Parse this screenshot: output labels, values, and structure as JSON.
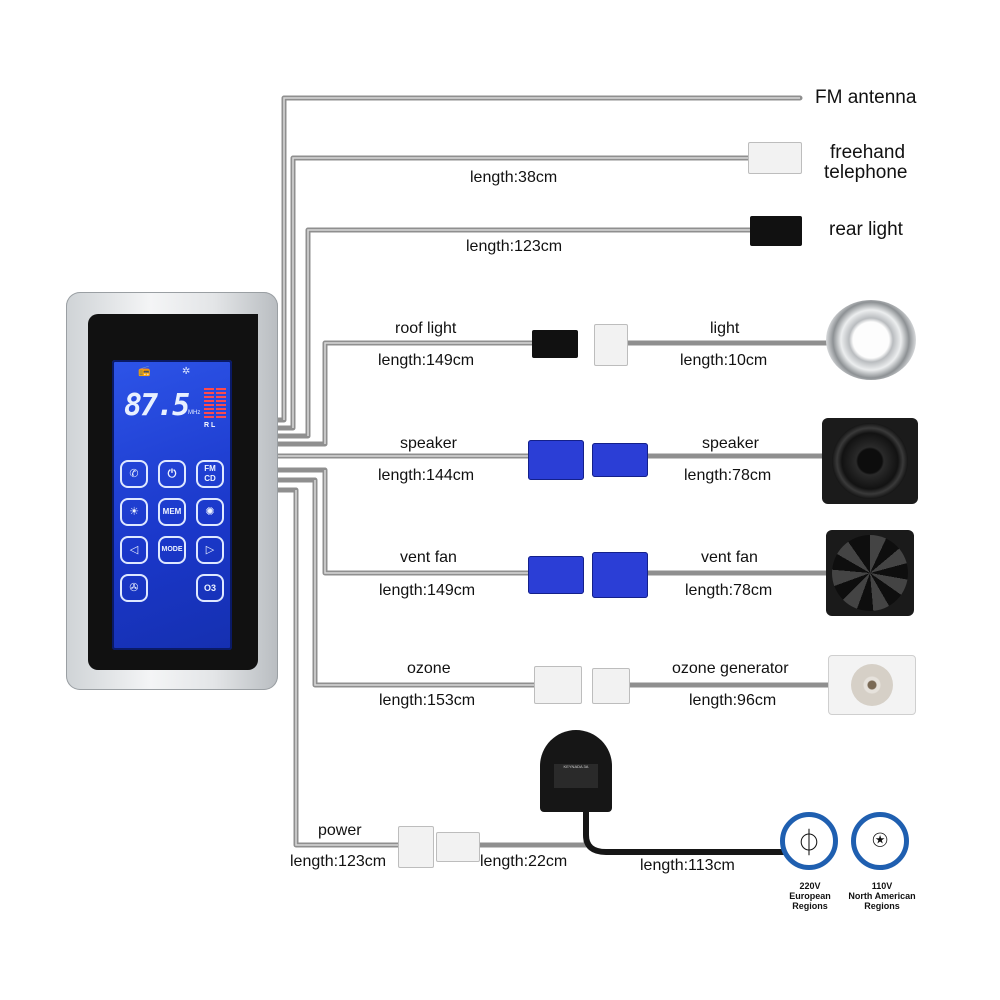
{
  "diagram": {
    "device": {
      "frequency": "87.5",
      "unit": "MHz",
      "meter_labels": "R L",
      "buttons": [
        "FM CD",
        "MEM",
        "MODE",
        "O3"
      ]
    },
    "outputs": [
      {
        "id": "fm_antenna",
        "label": "FM antenna"
      },
      {
        "id": "freehand_telephone",
        "label_line1": "freehand",
        "label_line2": "telephone",
        "length": "length:38cm"
      },
      {
        "id": "rear_light",
        "label": "rear light",
        "length": "length:123cm"
      },
      {
        "id": "roof_light",
        "left_label": "roof light",
        "left_length": "length:149cm",
        "right_label": "light",
        "right_length": "length:10cm"
      },
      {
        "id": "speaker",
        "left_label": "speaker",
        "left_length": "length:144cm",
        "right_label": "speaker",
        "right_length": "length:78cm"
      },
      {
        "id": "vent_fan",
        "left_label": "vent fan",
        "left_length": "length:149cm",
        "right_label": "vent fan",
        "right_length": "length:78cm"
      },
      {
        "id": "ozone",
        "left_label": "ozone",
        "left_length": "length:153cm",
        "right_label": "ozone generator",
        "right_length": "length:96cm"
      },
      {
        "id": "power",
        "label": "power",
        "length_1": "length:123cm",
        "length_2": "length:22cm",
        "length_3": "length:113cm"
      }
    ],
    "transformer_label": "KEYNADA 3A",
    "regions": [
      {
        "voltage": "220V",
        "line1": "European",
        "line2": "Regions"
      },
      {
        "voltage": "110V",
        "line1": "North American",
        "line2": "Regions"
      }
    ],
    "colors": {
      "wire": "#8f8f8f",
      "wire_highlight": "#d9d9d9",
      "screen": "#1f3fd3",
      "connector_blue": "#2b3ed6",
      "region_ring": "#1f5fb0"
    }
  }
}
